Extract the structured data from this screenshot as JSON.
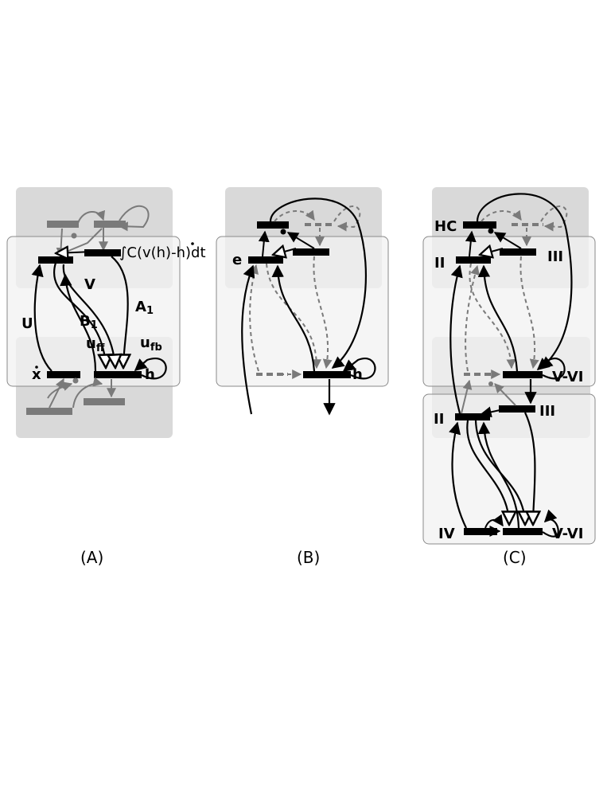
{
  "panels": {
    "a": {
      "caption": "(A)",
      "labels": {
        "integral_prefix": "∫C(v(h)-",
        "integral_hdot": "h",
        "integral_suffix": ")dt",
        "u": "U",
        "v": "V",
        "b1": "B",
        "b1_sub": "1",
        "a1": "A",
        "a1_sub": "1",
        "uff": "u",
        "uff_sub": "ff",
        "ufb": "u",
        "ufb_sub": "fb",
        "xdot": "x",
        "h": "h"
      }
    },
    "b": {
      "caption": "(B)",
      "labels": {
        "e": "e",
        "h": "h"
      }
    },
    "c": {
      "caption": "(C)",
      "labels": {
        "hc": "HC",
        "ii_top": "II",
        "iii_top": "III",
        "v_vi_mid": "V-VI",
        "ii_mid": "II",
        "iii_mid": "III",
        "iv": "IV",
        "v_vi_bottom": "V-VI"
      }
    }
  },
  "colors": {
    "panel_fill": "#f1f1f1",
    "panel_stroke": "#8a8a8a",
    "shade_fill": "#d9d9d9",
    "node_black": "#000000",
    "node_gray": "#7a7a7a"
  }
}
